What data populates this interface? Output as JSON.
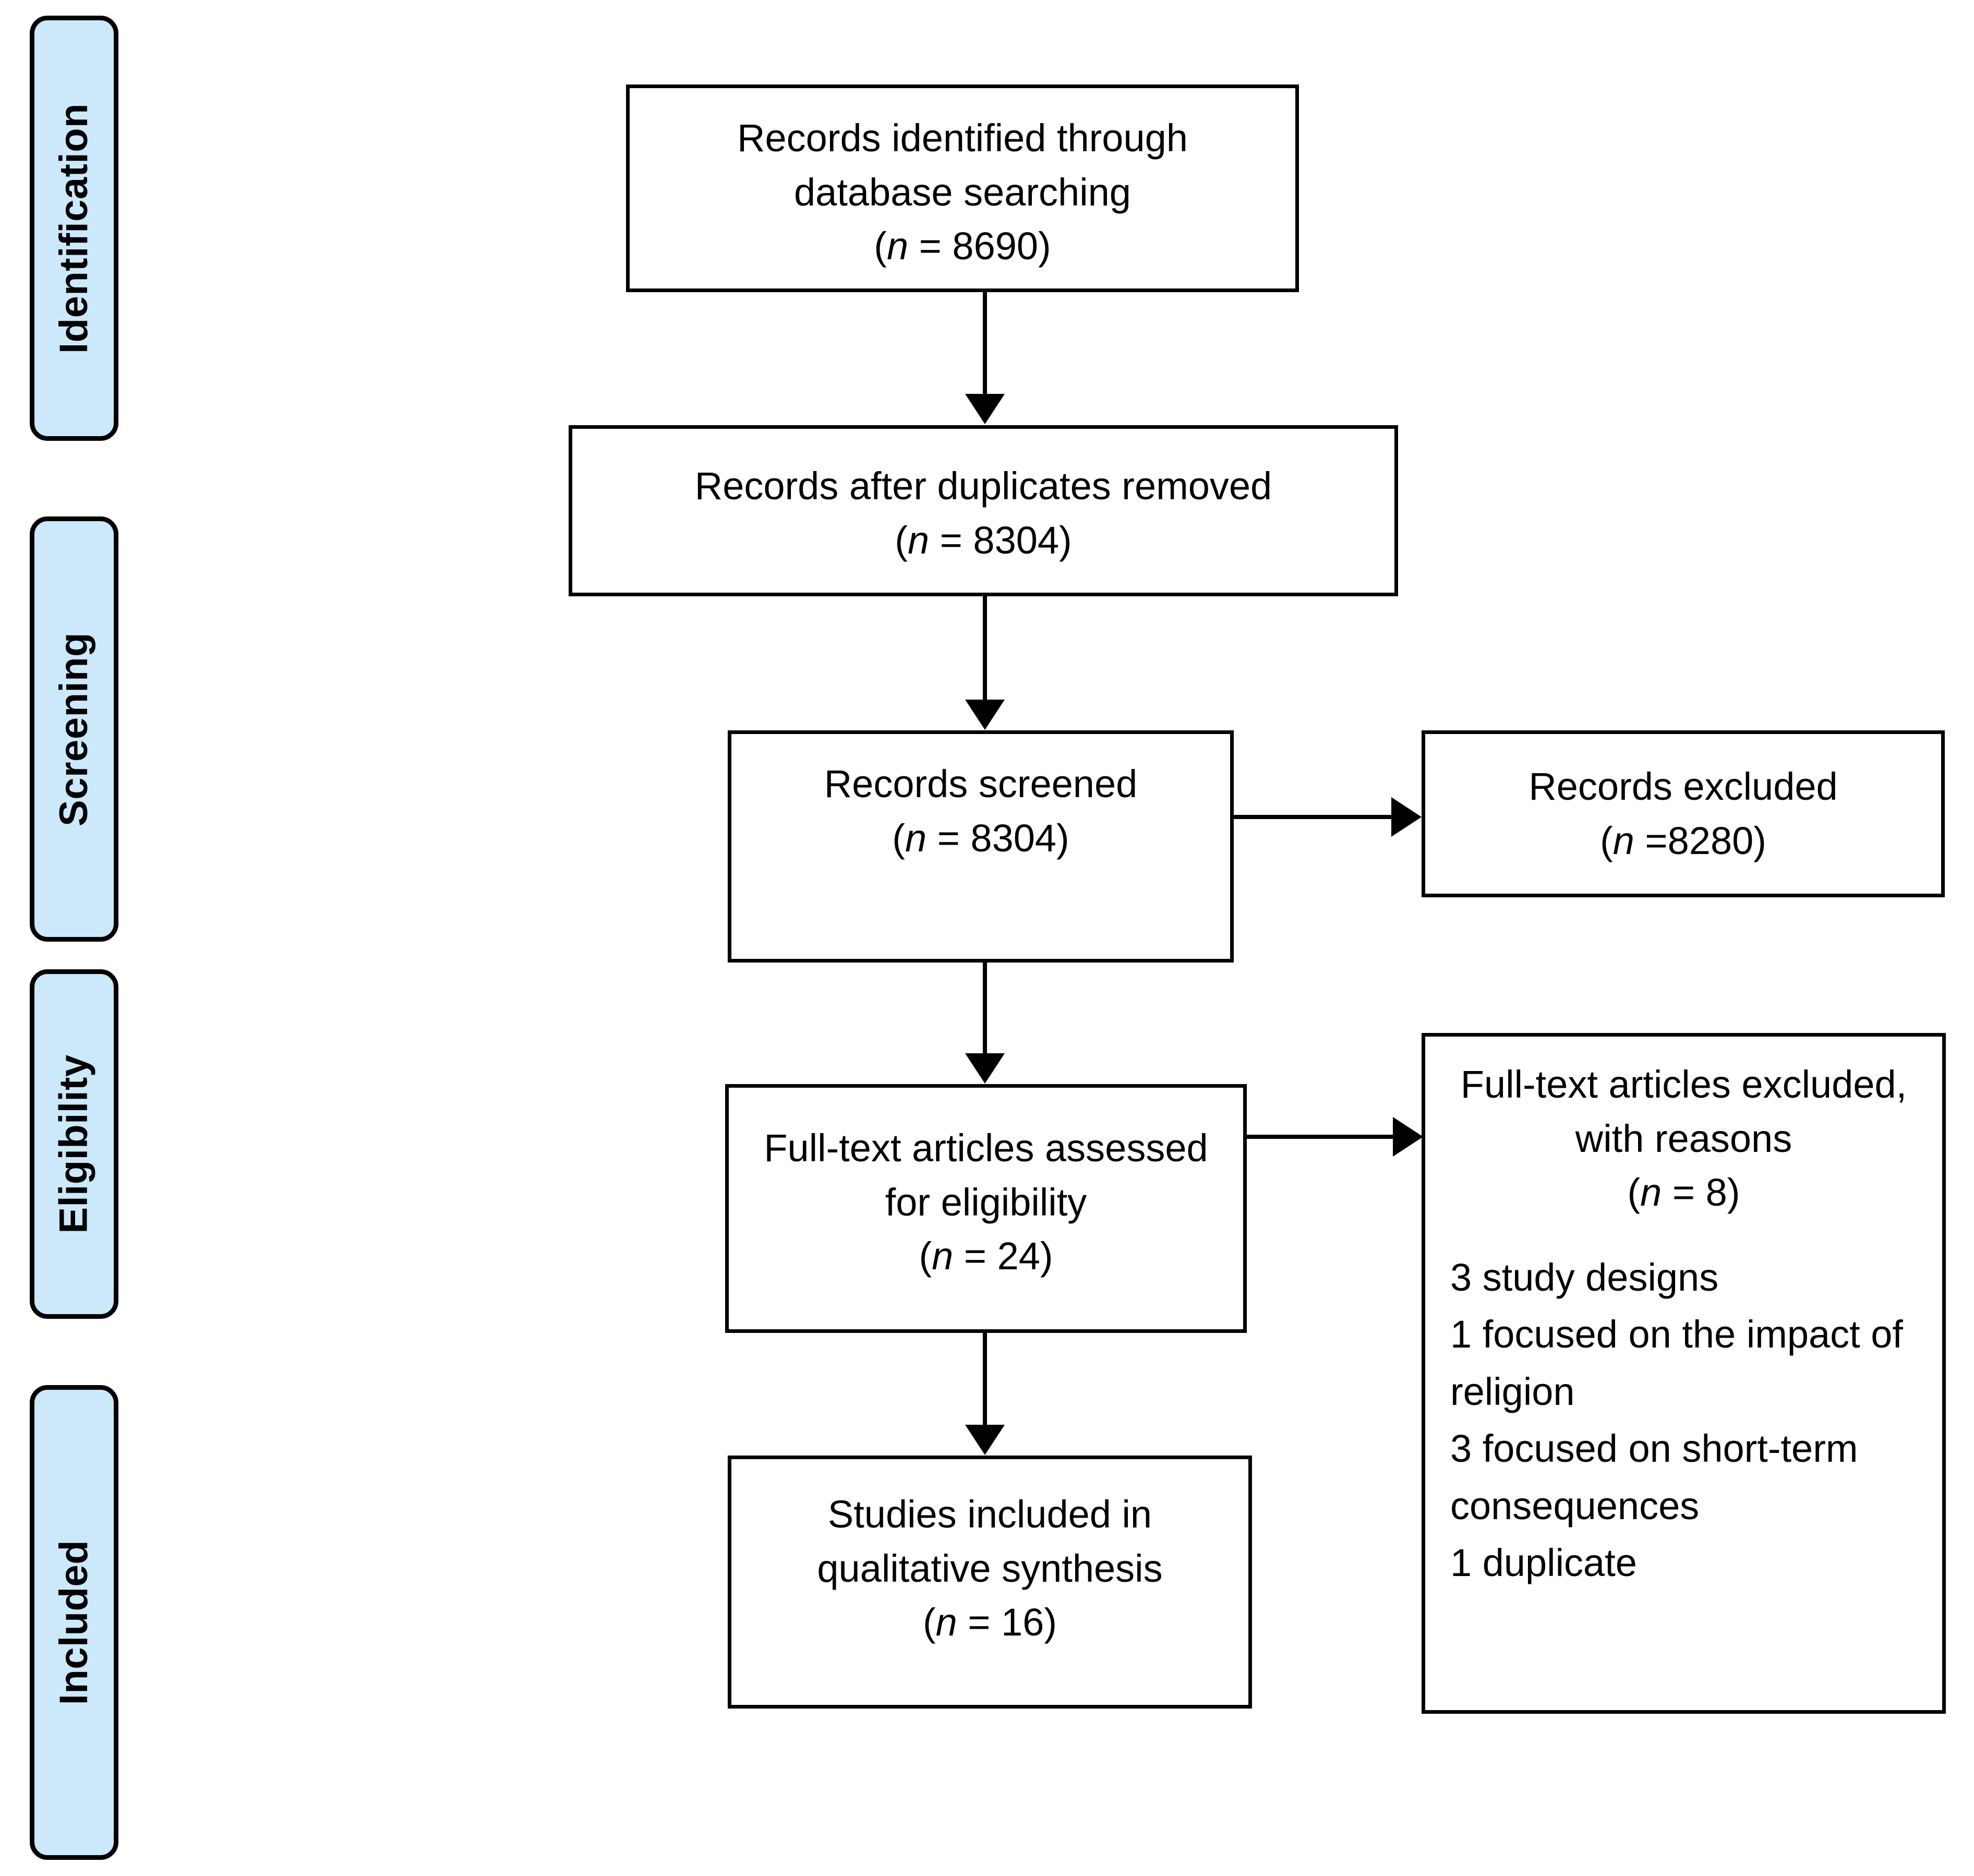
{
  "diagram": {
    "type": "prisma-flow-diagram",
    "colors": {
      "stage_fill": "#cce8fb",
      "stroke": "#000000",
      "box_fill": "#ffffff"
    },
    "stages": [
      {
        "id": "identification",
        "label": "Identification"
      },
      {
        "id": "screening",
        "label": "Screening"
      },
      {
        "id": "eligibility",
        "label": "Eligibility"
      },
      {
        "id": "included",
        "label": "Included"
      }
    ],
    "boxes": {
      "records_identified": {
        "line1": "Records identified through",
        "line2": "database searching",
        "count_prefix": "(",
        "count_italic": "n",
        "count_suffix": " = 8690)"
      },
      "records_after_duplicates": {
        "line1": "Records after duplicates removed",
        "count_prefix": "(",
        "count_italic": "n",
        "count_suffix": " = 8304)"
      },
      "records_screened": {
        "line1": "Records screened",
        "count_prefix": "(",
        "count_italic": "n",
        "count_suffix": " = 8304)"
      },
      "records_excluded": {
        "line1": "Records excluded",
        "count_prefix": "(",
        "count_italic": "n",
        "count_suffix": " =8280)"
      },
      "fulltext_assessed": {
        "line1": "Full-text articles assessed",
        "line2": "for eligibility",
        "count_prefix": "(",
        "count_italic": "n",
        "count_suffix": " = 24)"
      },
      "fulltext_excluded": {
        "line1": "Full-text articles excluded,",
        "line2": "with reasons",
        "count_prefix": "(",
        "count_italic": "n",
        "count_suffix": " = 8)",
        "reasons": [
          "3 study designs",
          "1 focused on the impact of",
          "religion",
          "3 focused on short-term",
          "consequences",
          "1 duplicate"
        ]
      },
      "studies_included": {
        "line1": "Studies included in",
        "line2": "qualitative synthesis",
        "count_prefix": "(",
        "count_italic": "n",
        "count_suffix": " = 16)"
      }
    }
  },
  "chart_data": {
    "type": "diagram",
    "title": "PRISMA flow diagram",
    "nodes": [
      {
        "id": "records_identified",
        "stage": "Identification",
        "label": "Records identified through database searching",
        "n": 8690
      },
      {
        "id": "records_after_duplicates",
        "stage": "Screening",
        "label": "Records after duplicates removed",
        "n": 8304
      },
      {
        "id": "records_screened",
        "stage": "Screening",
        "label": "Records screened",
        "n": 8304
      },
      {
        "id": "records_excluded",
        "stage": "Screening",
        "label": "Records excluded",
        "n": 8280
      },
      {
        "id": "fulltext_assessed",
        "stage": "Eligibility",
        "label": "Full-text articles assessed for eligibility",
        "n": 24
      },
      {
        "id": "fulltext_excluded",
        "stage": "Eligibility",
        "label": "Full-text articles excluded, with reasons",
        "n": 8,
        "reasons": [
          {
            "count": 3,
            "text": "study designs"
          },
          {
            "count": 1,
            "text": "focused on the impact of religion"
          },
          {
            "count": 3,
            "text": "focused on short-term consequences"
          },
          {
            "count": 1,
            "text": "duplicate"
          }
        ]
      },
      {
        "id": "studies_included",
        "stage": "Included",
        "label": "Studies included in qualitative synthesis",
        "n": 16
      }
    ],
    "edges": [
      {
        "from": "records_identified",
        "to": "records_after_duplicates"
      },
      {
        "from": "records_after_duplicates",
        "to": "records_screened"
      },
      {
        "from": "records_screened",
        "to": "records_excluded"
      },
      {
        "from": "records_screened",
        "to": "fulltext_assessed"
      },
      {
        "from": "fulltext_assessed",
        "to": "fulltext_excluded"
      },
      {
        "from": "fulltext_assessed",
        "to": "studies_included"
      }
    ]
  }
}
